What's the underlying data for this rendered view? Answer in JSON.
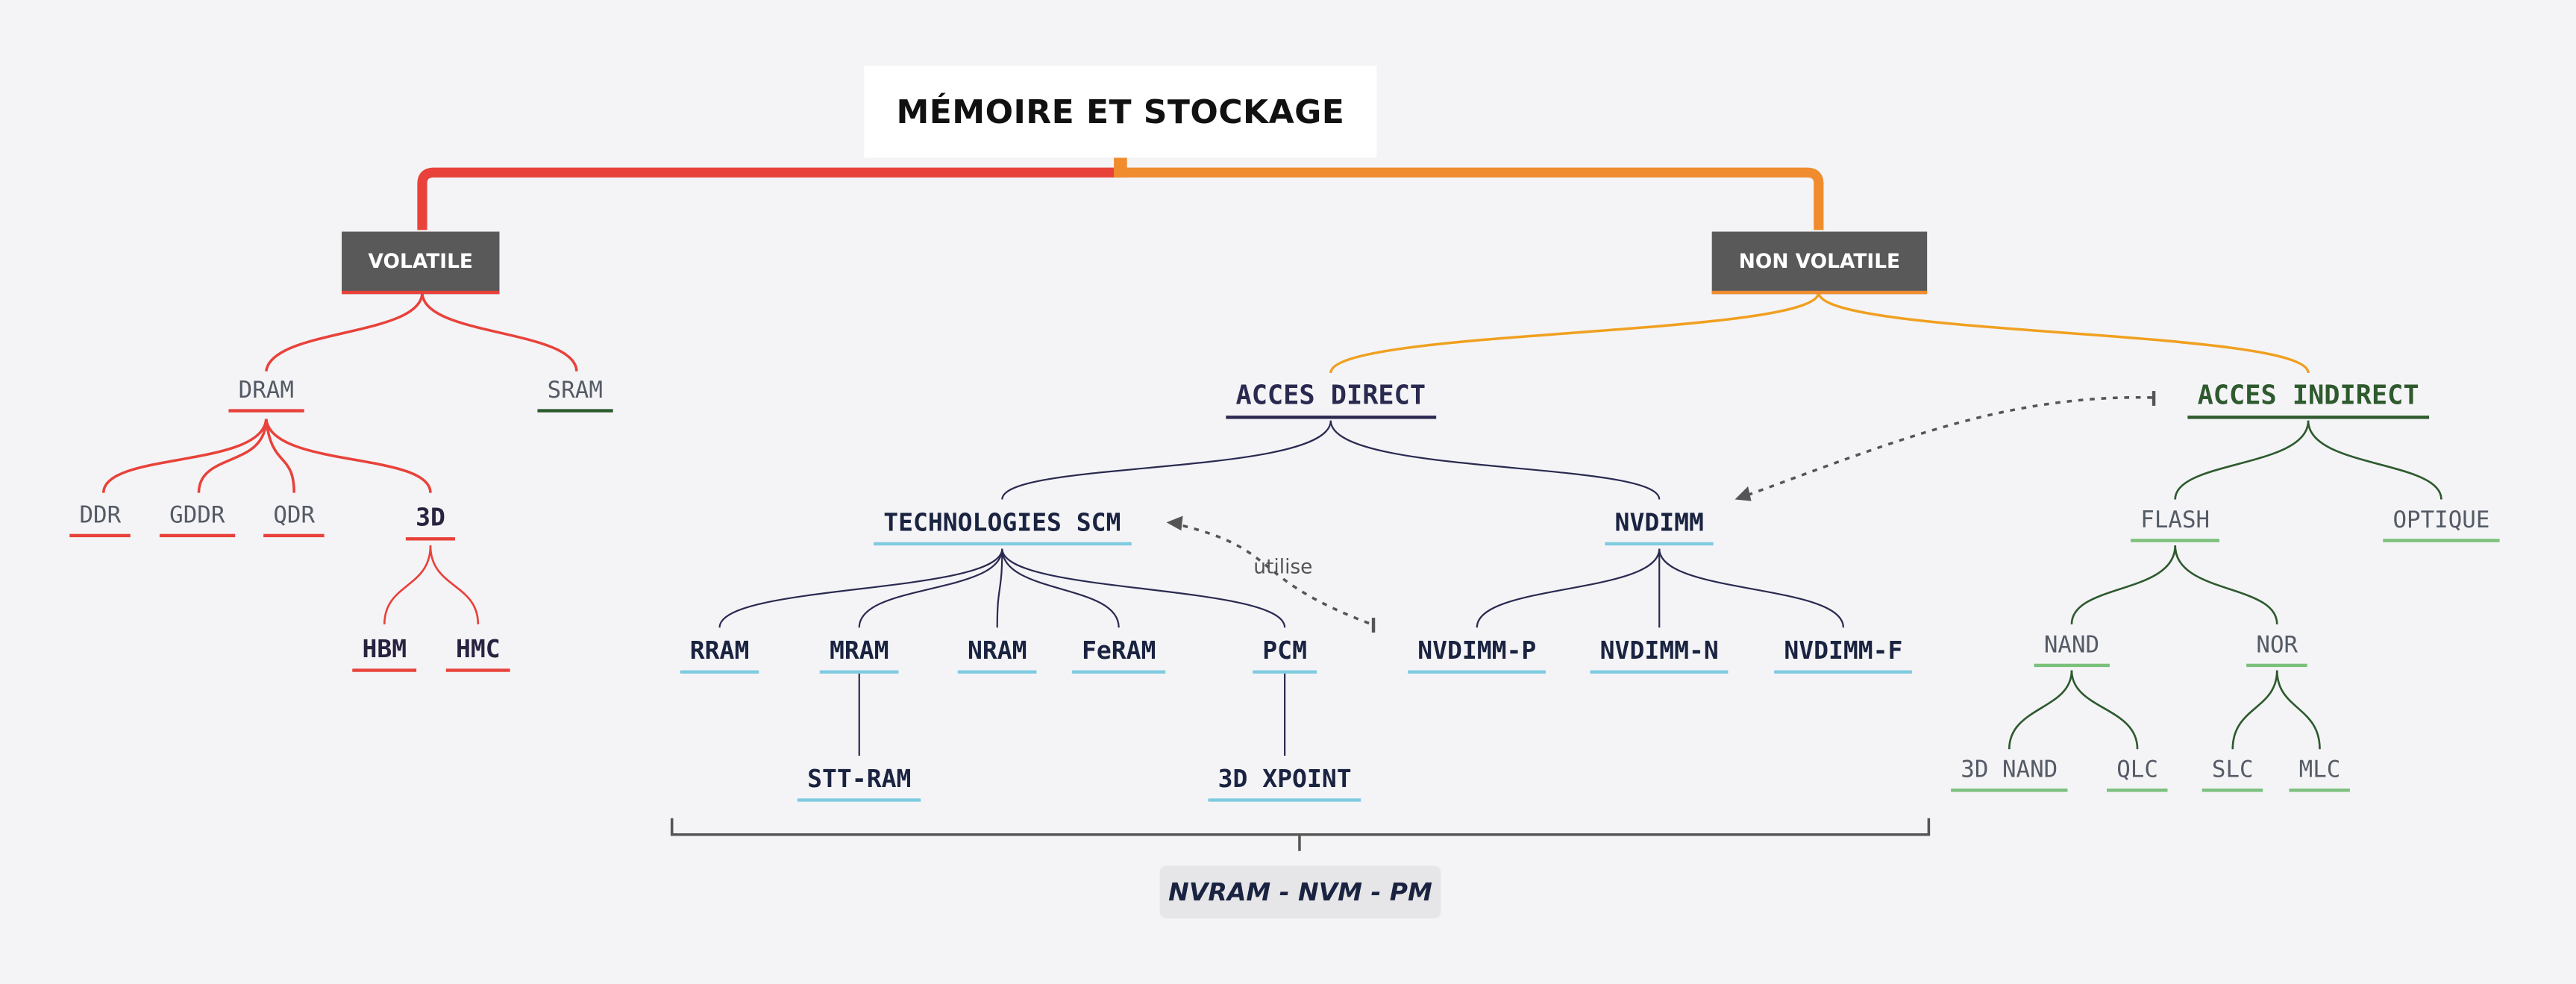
{
  "title": "MÉMOIRE ET STOCKAGE",
  "branches": {
    "volatile": "VOLATILE",
    "non_volatile": "NON VOLATILE"
  },
  "volatile": {
    "dram": "DRAM",
    "sram": "SRAM",
    "ddr": "DDR",
    "gddr": "GDDR",
    "qdr": "QDR",
    "d3": "3D",
    "hbm": "HBM",
    "hmc": "HMC"
  },
  "direct": {
    "label": "ACCES DIRECT",
    "scm": "TECHNOLOGIES SCM",
    "nvdimm": "NVDIMM",
    "rram": "RRAM",
    "mram": "MRAM",
    "nram": "NRAM",
    "feram": "FeRAM",
    "pcm": "PCM",
    "sttram": "STT-RAM",
    "xpoint": "3D XPOINT",
    "nvdimm_p": "NVDIMM-P",
    "nvdimm_n": "NVDIMM-N",
    "nvdimm_f": "NVDIMM-F",
    "utilise": "utilise",
    "group_label": "NVRAM - NVM - PM"
  },
  "indirect": {
    "label": "ACCES INDIRECT",
    "flash": "FLASH",
    "optique": "OPTIQUE",
    "nand": "NAND",
    "nor": "NOR",
    "nand3d": "3D NAND",
    "qlc": "QLC",
    "slc": "SLC",
    "mlc": "MLC"
  },
  "colors": {
    "volatile": "#e8423a",
    "non_volatile": "#f08c2e",
    "direct": "#2a2a50",
    "scm": "#7fcbe0",
    "indirect": "#2e5a2e",
    "indirect_light": "#7bc07b"
  }
}
